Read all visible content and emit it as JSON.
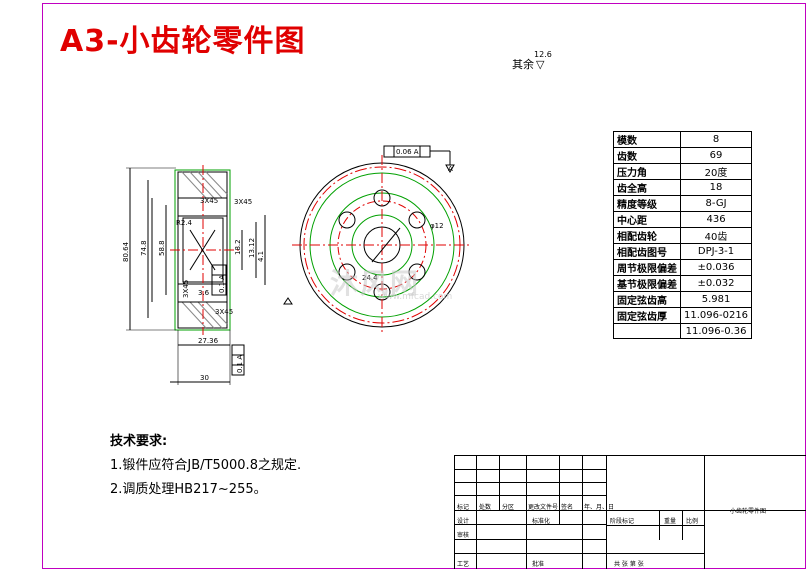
{
  "title": "A3-小齿轮零件图",
  "roughness": {
    "label": "其余",
    "value": "12.6"
  },
  "params": [
    {
      "k": "模数",
      "v": "8"
    },
    {
      "k": "齿数",
      "v": "69"
    },
    {
      "k": "压力角",
      "v": "20度"
    },
    {
      "k": "齿全高",
      "v": "18"
    },
    {
      "k": "精度等级",
      "v": "8-GJ"
    },
    {
      "k": "中心距",
      "v": "436"
    },
    {
      "k": "相配齿轮",
      "v": "40齿"
    },
    {
      "k": "相配齿图号",
      "v": "DPJ-3-1"
    },
    {
      "k": "周节极限偏差",
      "v": "±0.036"
    },
    {
      "k": "基节极限偏差",
      "v": "±0.032"
    },
    {
      "k": "固定弦齿高",
      "v": "5.981"
    },
    {
      "k": "固定弦齿厚",
      "v": "11.096-0216"
    }
  ],
  "params_extra": "11.096-0.36",
  "requirements": {
    "heading": "技术要求:",
    "items": [
      "1.锻件应符合JB/T5000.8之规定.",
      "2.调质处理HB217~255。"
    ]
  },
  "dimensions": {
    "d1": "80.64",
    "d2": "74.8",
    "d3": "58.8",
    "d4": "18.2",
    "d5": "13.12",
    "d6": "4.1",
    "r": "R2.4",
    "c1": "3X45",
    "c2": "3X45",
    "c3": "3X45",
    "c4": "3X45",
    "w1": "3.6",
    "w2": "27.36",
    "w3": "30",
    "tol1": "0.1 A",
    "tol2": "0.1 A",
    "hole": "φ12",
    "tol_top": "0.06 A",
    "datum": "A",
    "pcd": "24.4"
  },
  "titleblock": {
    "labels": [
      "标记",
      "处数",
      "分区",
      "更改文件号",
      "签名",
      "年、月、日",
      "设计",
      "标准化",
      "审核",
      "工艺",
      "批准",
      "阶段标记",
      "重量",
      "比例",
      "共  张  第  张"
    ],
    "name": "小齿轮零件图"
  },
  "watermark": {
    "main": "沐风网",
    "sub": "www.mfcad.com"
  }
}
